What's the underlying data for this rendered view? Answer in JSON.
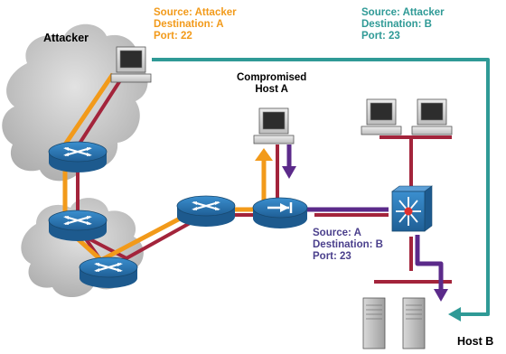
{
  "labels": {
    "attacker": "Attacker",
    "compromised_line1": "Compromised",
    "compromised_line2": "Host A",
    "host_b": "Host B"
  },
  "flows": {
    "attacker_to_a": {
      "source": "Source: Attacker",
      "destination": "Destination: A",
      "port": "Port: 22",
      "color": "#f29a1a"
    },
    "attacker_to_b": {
      "source": "Source: Attacker",
      "destination": "Destination: B",
      "port": "Port: 23",
      "color": "#2f9a96"
    },
    "a_to_b": {
      "source": "Source: A",
      "destination": "Destination: B",
      "port": "Port: 23",
      "color": "#5b2a8a"
    }
  },
  "colors": {
    "link_red": "#a3243b",
    "router_blue": "#2a7bb8",
    "cloud_gray": "#b8b8b8"
  },
  "icons": [
    "cloud-icon",
    "router-icon",
    "firewall-icon",
    "switch-icon",
    "workstation-icon",
    "server-icon"
  ]
}
